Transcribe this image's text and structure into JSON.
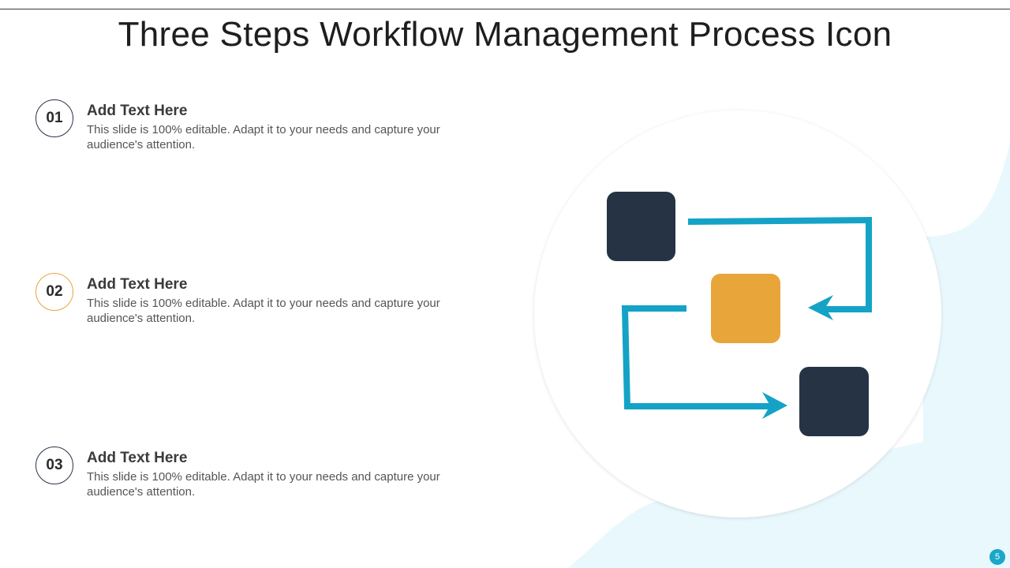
{
  "slide": {
    "title": "Three Steps Workflow Management Process Icon",
    "page_number": "5"
  },
  "steps": [
    {
      "number": "01",
      "heading": "Add Text Here",
      "description": "This slide is 100% editable. Adapt it to your needs and capture your audience's attention."
    },
    {
      "number": "02",
      "heading": "Add Text Here",
      "description": "This slide is 100% editable. Adapt it to your needs and capture your audience's attention."
    },
    {
      "number": "03",
      "heading": "Add Text Here",
      "description": "This slide is 100% editable. Adapt it to your needs and capture your audience's attention."
    }
  ],
  "colors": {
    "navy": "#253345",
    "gold": "#e8a53a",
    "cyan": "#14a3c7",
    "light_blue": "#e8f8fc"
  },
  "icons": [
    "workflow-squares-icon",
    "arrow-left-icon",
    "arrow-right-icon"
  ]
}
